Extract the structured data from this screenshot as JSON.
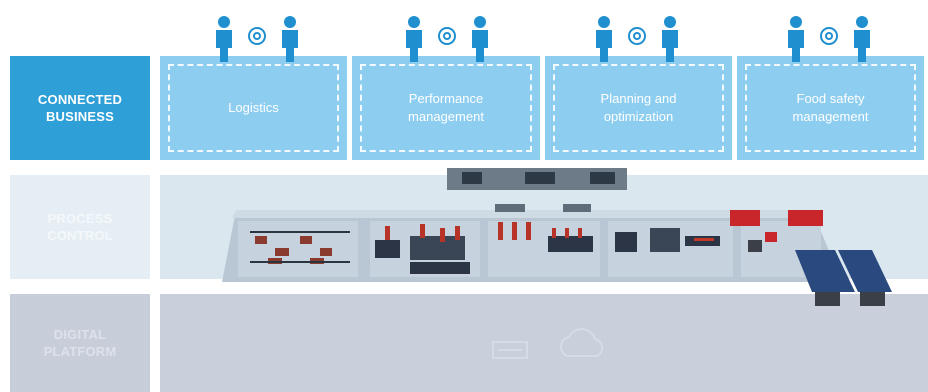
{
  "tiers": {
    "connected": "CONNECTED\nBUSINESS",
    "process": "PROCESS\nCONTROL",
    "platform": "DIGITAL\nPLATFORM"
  },
  "business": [
    {
      "label": "Logistics"
    },
    {
      "label": "Performance\nmanagement"
    },
    {
      "label": "Planning and\noptimization"
    },
    {
      "label": "Food safety\nmanagement"
    }
  ],
  "icons": [
    "person-icon",
    "gear-icon",
    "cloud-icon",
    "server-icon",
    "factory-floor-illustration"
  ],
  "colors": {
    "accent": "#2f9fd8",
    "business_box": "#8dcdf0",
    "process_band": "#dae7ef",
    "platform_band": "#c9d0db",
    "person": "#1f8fd0"
  }
}
